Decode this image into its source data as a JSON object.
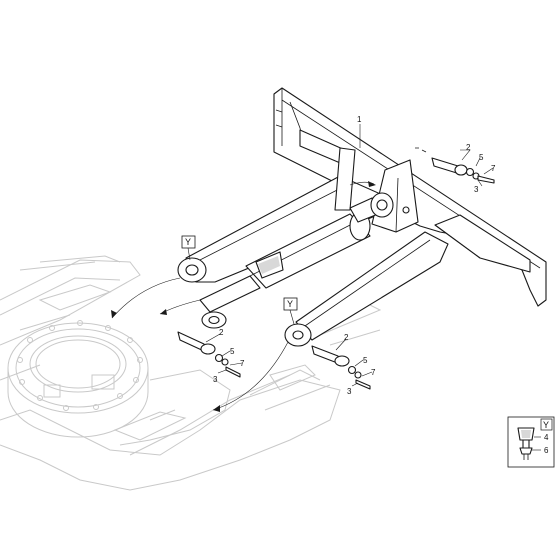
{
  "callouts": {
    "dozer_blade": "1",
    "pin_top": "2",
    "bolt_top": "3",
    "nut_top": "5",
    "washer_top": "7",
    "pin_mid": "2",
    "nut_mid": "5",
    "washer_mid": "7",
    "bolt_mid": "3",
    "pin_low": "2",
    "nut_low": "5",
    "washer_low": "7",
    "bolt_low": "3"
  },
  "view_tags": {
    "left_arm": "Y",
    "right_arm": "Y"
  },
  "detail_box": {
    "tag": "Y",
    "item_a": "4",
    "item_b": "6"
  }
}
